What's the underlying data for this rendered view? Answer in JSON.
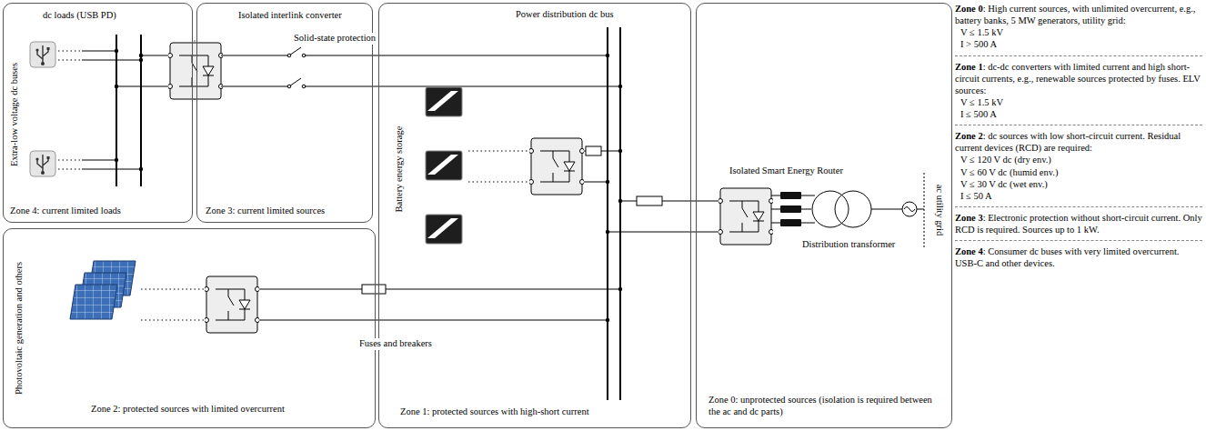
{
  "diagram": {
    "nodes": [
      {
        "text": [
          "dc loads (USB PD)",
          "Extra-low voltage dc buses",
          "Zone 4: current limited loads"
        ]
      },
      {
        "text": [
          "Isolated interlink converter",
          "Zone 3: current limited sources"
        ]
      },
      {
        "text": [
          "Photovoltaic generation and others",
          "Zone 2: protected sources with limited overcurrent"
        ]
      },
      {
        "text": [
          "Power distribution dc bus",
          "Battery energy storage",
          "Zone 1: protected sources with high-short current"
        ]
      },
      {
        "text": [
          "Isolated Smart Energy Router",
          "Distribution transformer",
          "ac utility grid",
          "Zone 0: unprotected sources (isolation is required between the ac and dc parts)"
        ]
      }
    ],
    "labels": [
      "Solid-state protection",
      "Fuses and breakers",
      "Zone 0",
      ": High current sources, with unlimited overcurrent, e.g., battery banks, 5 MW generators, utility grid:",
      "V ≤ 1.5 kV",
      "I > 500 A",
      "Zone 1",
      ": dc-dc converters with limited current and high short-circuit currents, e.g., renewable sources protected by fuses. ELV sources:",
      "V ≤ 1.5 kV",
      "I ≤ 500 A",
      "Zone 2",
      ": dc sources with low short-circuit current. Residual current devices (RCD) are required:",
      "V ≤ 120 V dc (dry env.)",
      "V ≤ 60 V dc (humid env.)",
      "V ≤ 30 V dc (wet env.)",
      "I ≤ 50 A",
      "Zone 3",
      ": Electronic protection without short-circuit current. Only RCD is required. Sources up to 1 kW.",
      "Zone 4",
      ": Consumer dc buses with very limited overcurrent. USB-C and other devices."
    ]
  }
}
